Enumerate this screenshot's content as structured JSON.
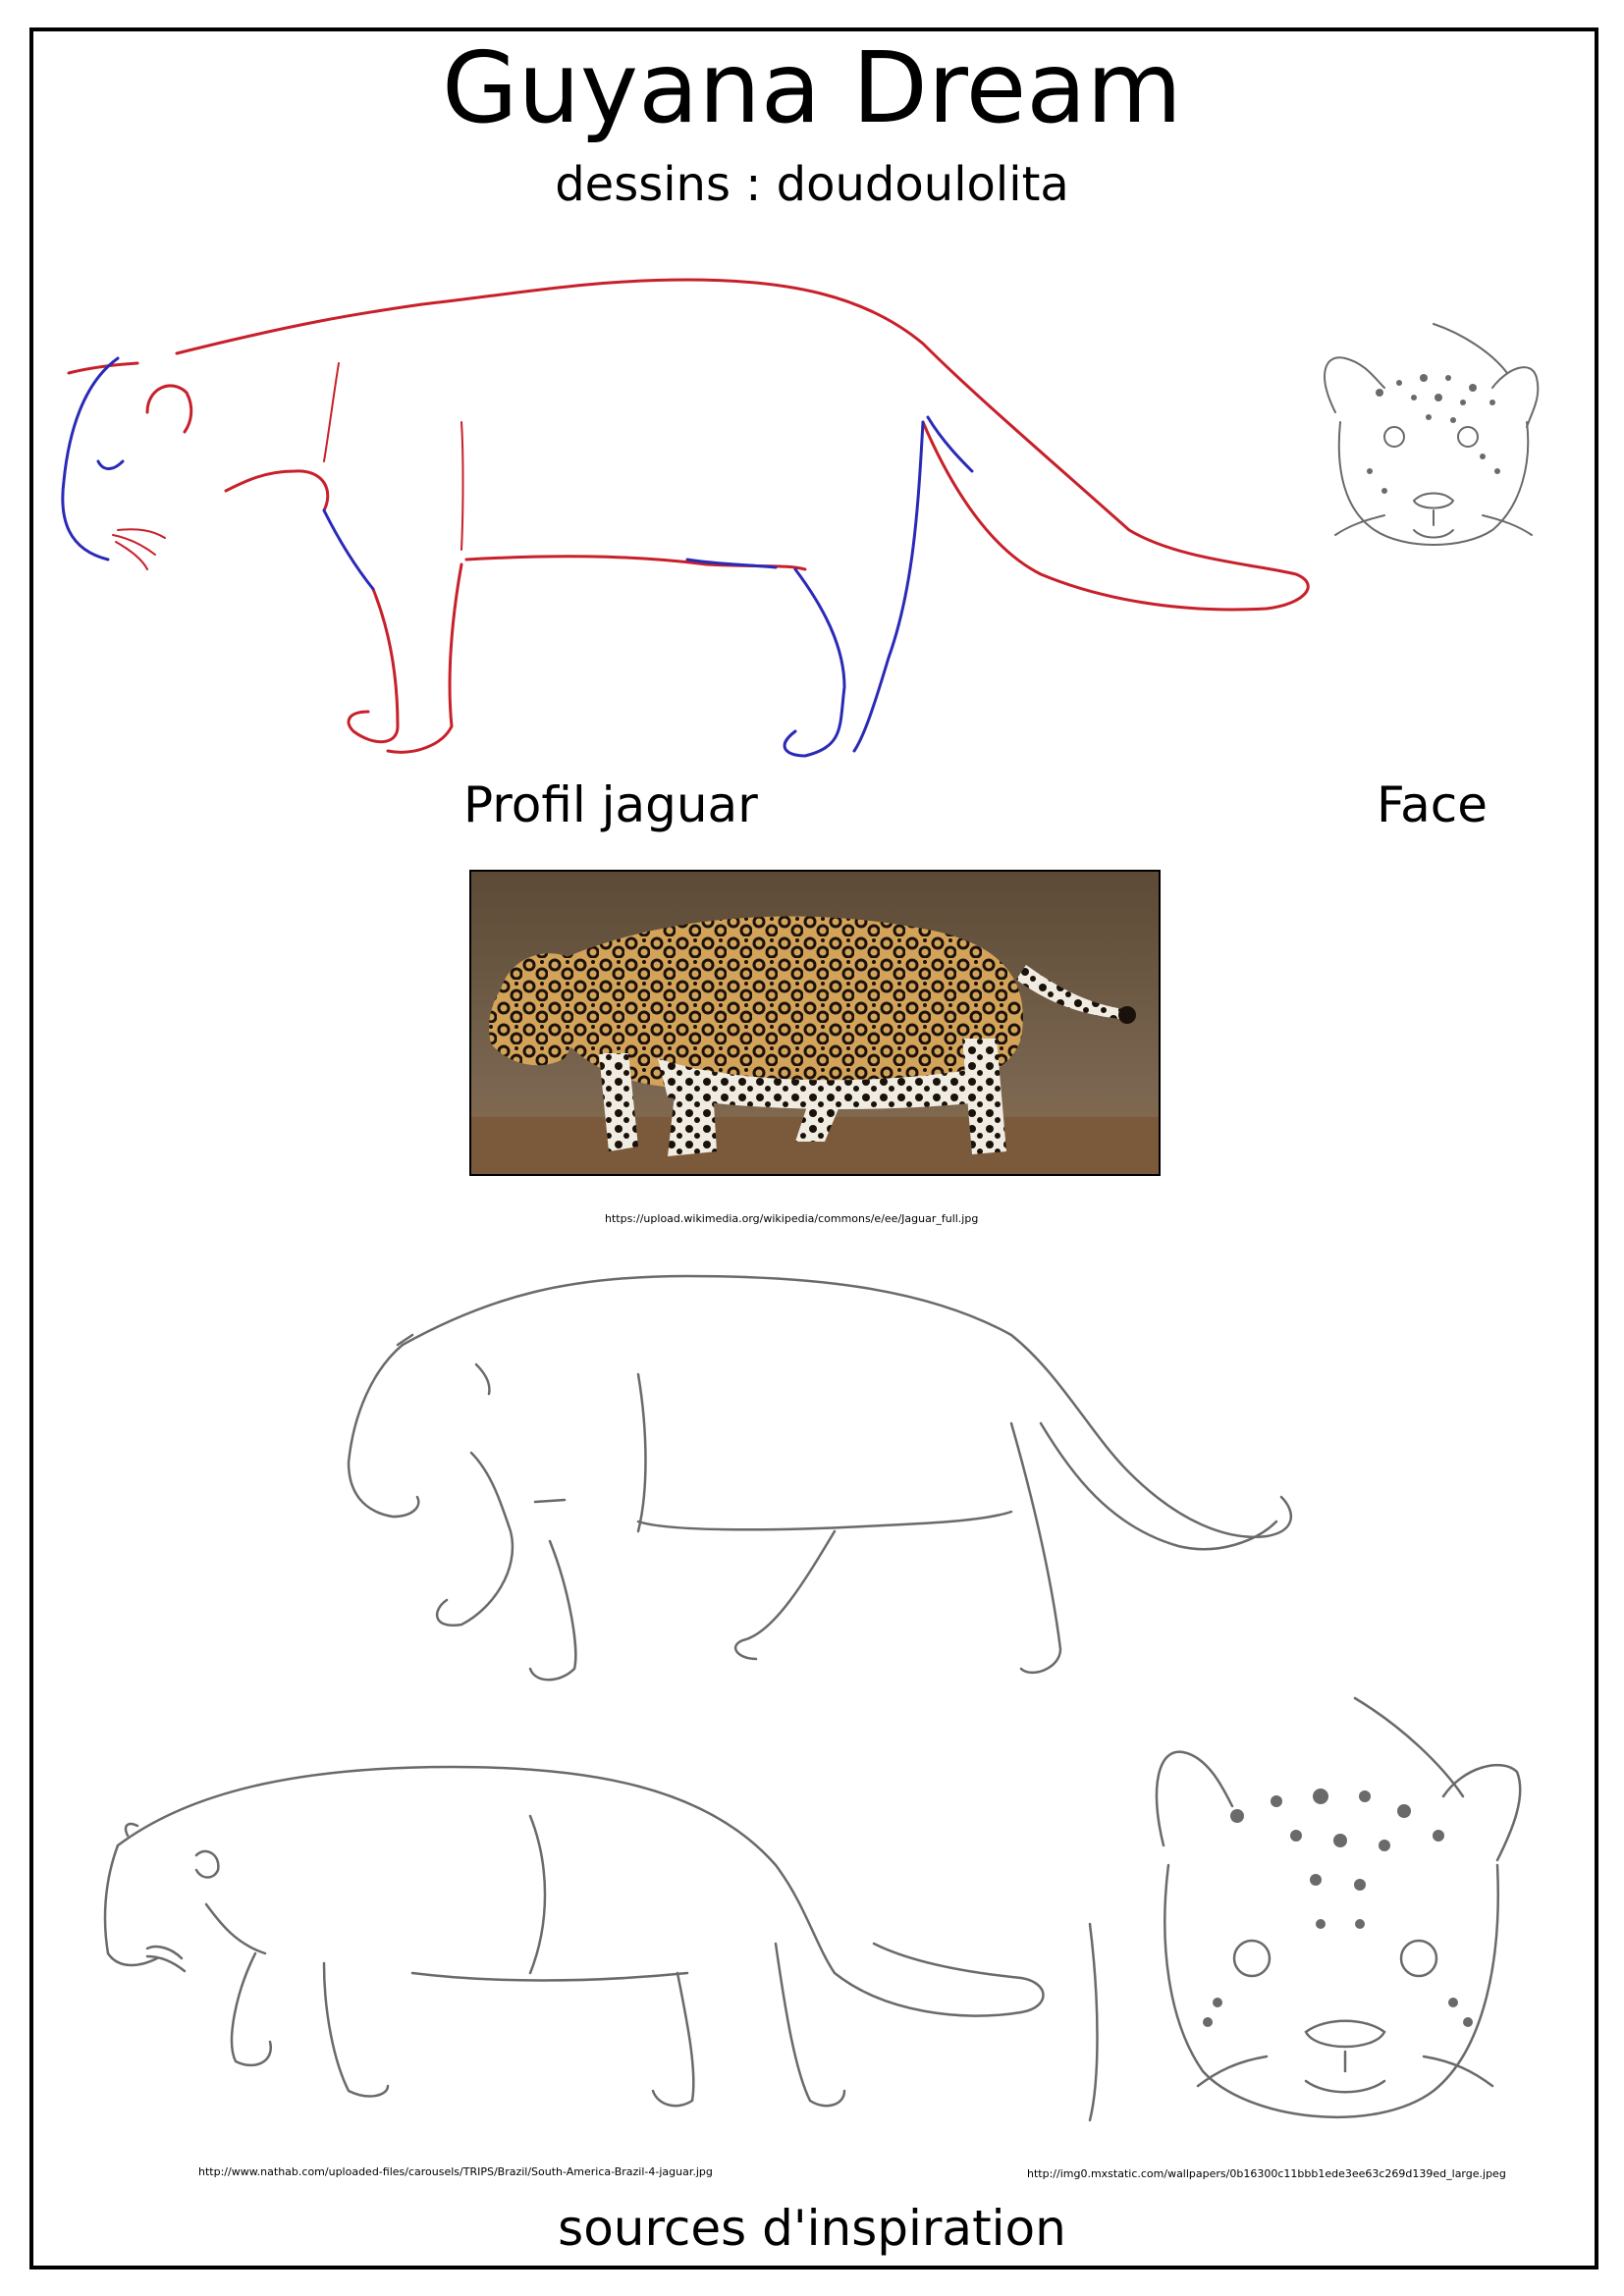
{
  "poster": {
    "title": "Guyana Dream",
    "subtitle": "dessins : doudoulolita",
    "caption_profile": "Profil jaguar",
    "caption_face": "Face",
    "footer": "sources d'inspiration"
  },
  "sources": {
    "photo_url": "https://upload.wikimedia.org/wikipedia/commons/e/ee/Jaguar_full.jpg",
    "sketch_url": "http://www.nathab.com/uploaded-files/carousels/TRIPS/Brazil/South-America-Brazil-4-jaguar.jpg",
    "face_url": "http://img0.mxstatic.com/wallpapers/0b16300c11bbb1ede3ee63c269d139ed_large.jpeg"
  },
  "colors": {
    "sketch_red": "#c8202a",
    "sketch_blue": "#2a2ab8",
    "pencil": "#6a6a6a",
    "photo_fur": "#c99a52",
    "photo_wall": "#6b5a45"
  }
}
